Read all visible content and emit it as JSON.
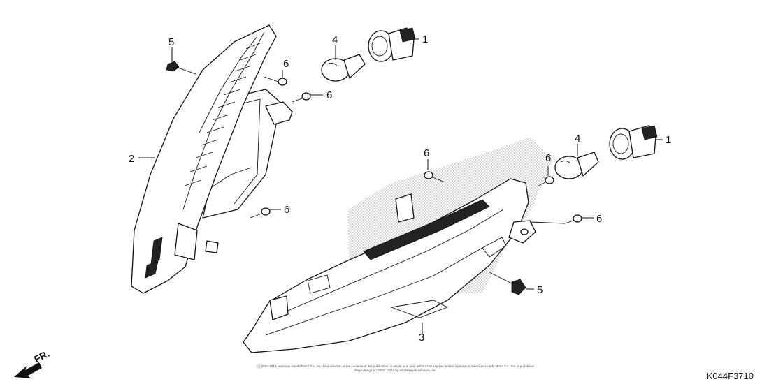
{
  "diagram": {
    "drawing_code": "K044F3710",
    "copyright_line1": "(c) 2003-2013 American Honda Motor Co., Inc. Reproduction of the contents of this publication, in whole or in part, without the express written approval of American Honda Motor Co., Inc. is prohibited.",
    "copyright_line2": "Page design (c) 2003 - 2013 by ARI Network Services, Inc.",
    "front_indicator": "FR.",
    "callouts": [
      {
        "id": "c1a",
        "label": "1"
      },
      {
        "id": "c2",
        "label": "2"
      },
      {
        "id": "c4a",
        "label": "4"
      },
      {
        "id": "c5a",
        "label": "5"
      },
      {
        "id": "c6a",
        "label": "6"
      },
      {
        "id": "c6b",
        "label": "6"
      },
      {
        "id": "c6c",
        "label": "6"
      },
      {
        "id": "c6d",
        "label": "6"
      },
      {
        "id": "c4b",
        "label": "4"
      },
      {
        "id": "c1b",
        "label": "1"
      },
      {
        "id": "c6e",
        "label": "6"
      },
      {
        "id": "c6f",
        "label": "6"
      },
      {
        "id": "c5b",
        "label": "5"
      },
      {
        "id": "c3",
        "label": "3"
      }
    ]
  }
}
